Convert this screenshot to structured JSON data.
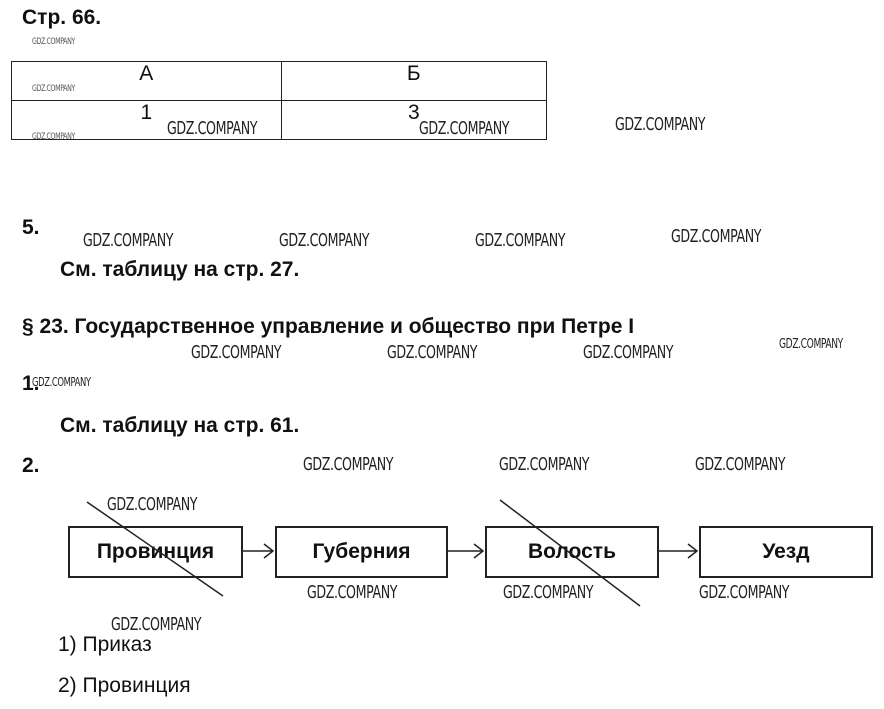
{
  "page_heading": "Стр. 66.",
  "table": {
    "headers": [
      "А",
      "Б"
    ],
    "rows": [
      [
        "1",
        "3"
      ]
    ]
  },
  "q5": {
    "number": "5.",
    "answer": "См. таблицу на стр. 27."
  },
  "section": {
    "title": "§ 23. Государственное управление и общество при Петре I"
  },
  "q1": {
    "number": "1.",
    "answer": "См. таблицу на стр. 61."
  },
  "q2": {
    "number": "2.",
    "chain": [
      "Провинция",
      "Губерния",
      "Волость",
      "Уезд"
    ],
    "answers": [
      "1) Приказ",
      "2) Провинция"
    ]
  },
  "watermark": "GDZ.COMPANY"
}
